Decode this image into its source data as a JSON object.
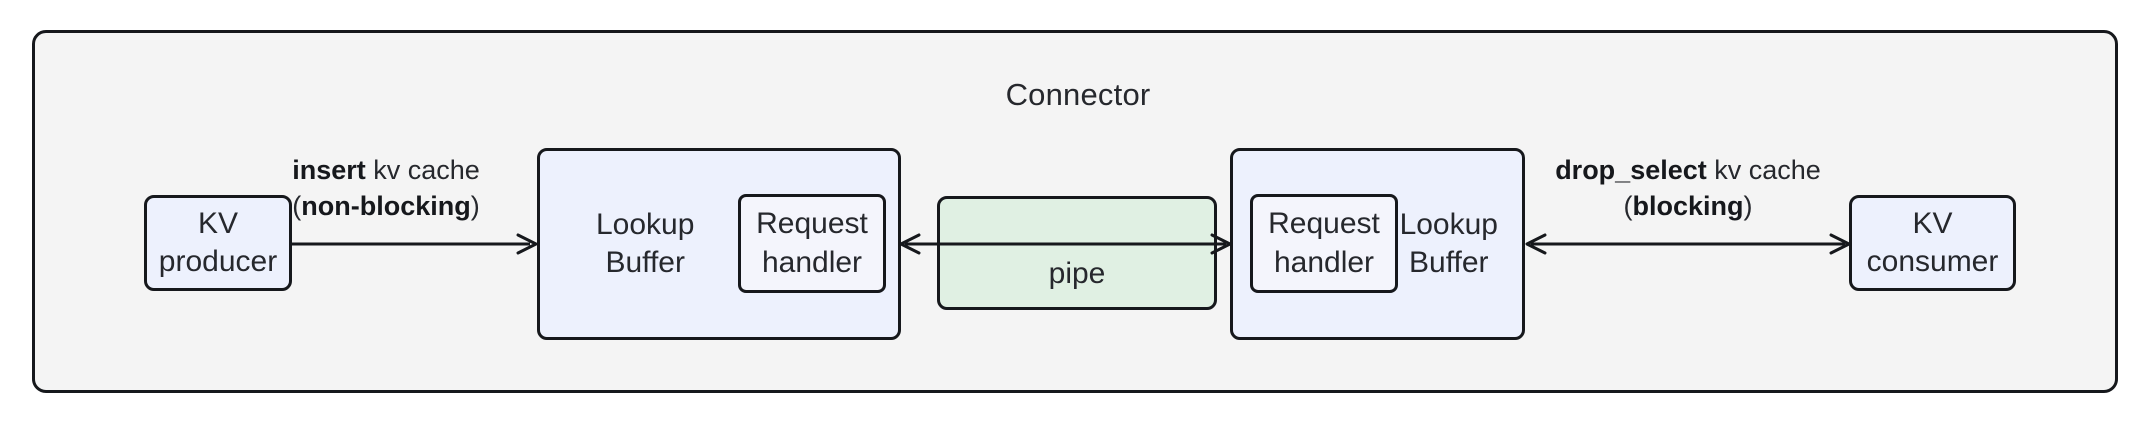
{
  "diagram": {
    "container": {
      "title": "Connector",
      "fill": "#f4f4f4",
      "stroke": "#16181c"
    },
    "colors": {
      "node_fill_blue": "#edf1fd",
      "node_fill_green": "#e0f0e3",
      "stroke": "#16181c",
      "text": "#26282d"
    },
    "nodes": {
      "kv_producer": {
        "line1": "KV",
        "line2": "producer"
      },
      "kv_consumer": {
        "line1": "KV",
        "line2": "consumer"
      },
      "lookup_buffer_left": {
        "line1": "Lookup",
        "line2": "Buffer"
      },
      "lookup_buffer_right": {
        "line1": "Lookup",
        "line2": "Buffer"
      },
      "request_handler_left": {
        "line1": "Request",
        "line2": "handler"
      },
      "request_handler_right": {
        "line1": "Request",
        "line2": "handler"
      },
      "pipe": {
        "label": "pipe"
      }
    },
    "edges": {
      "insert": {
        "line1_bold": "insert",
        "line1_rest": " kv cache",
        "line2_open": "(",
        "line2_bold": "non-blocking",
        "line2_close": ")",
        "direction": "forward"
      },
      "pipe_link": {
        "direction": "bidirectional"
      },
      "drop_select": {
        "line1_bold": "drop_select",
        "line1_rest": " kv cache",
        "line2_open": "(",
        "line2_bold": "blocking",
        "line2_close": ")",
        "direction": "bidirectional"
      }
    }
  }
}
